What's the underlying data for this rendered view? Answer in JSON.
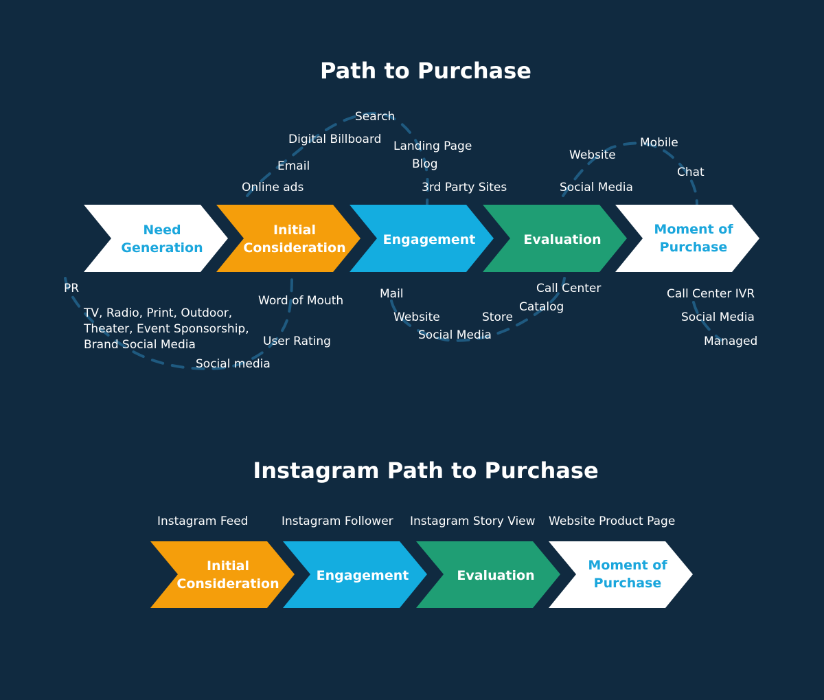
{
  "titles": {
    "main": "Path to Purchase",
    "instagram": "Instagram Path to Purchase"
  },
  "colors": {
    "background": "#102a40",
    "white_stage": "#ffffff",
    "white_stage_text": "#1aa6dc",
    "initial": "#f59e0b",
    "engagement": "#14ade0",
    "evaluation": "#1f9e74",
    "dashed_path": "#1f5a80"
  },
  "stages": [
    {
      "lines": [
        "Need",
        "Generation"
      ],
      "color": "white"
    },
    {
      "lines": [
        "Initial",
        "Consideration"
      ],
      "color": "initial"
    },
    {
      "lines": [
        "Engagement"
      ],
      "color": "engagement"
    },
    {
      "lines": [
        "Evaluation"
      ],
      "color": "evaluation"
    },
    {
      "lines": [
        "Moment of",
        "Purchase"
      ],
      "color": "white"
    }
  ],
  "touchpoints_above": [
    "Search",
    "Digital Billboard",
    "Email",
    "Online ads",
    "Landing Page",
    "Blog",
    "3rd Party Sites",
    "Website",
    "Mobile",
    "Chat",
    "Social Media"
  ],
  "touchpoints_below": [
    "PR",
    "TV, Radio, Print, Outdoor,",
    "Theater, Event Sponsorship,",
    "Brand Social Media",
    "Social media",
    "Word of Mouth",
    "User Rating",
    "Mail",
    "Website",
    "Social Media",
    "Store",
    "Catalog",
    "Call Center",
    "Call Center IVR",
    "Social Media",
    "Managed"
  ],
  "instagram_stages": [
    {
      "lines": [
        "Initial",
        "Consideration"
      ],
      "color": "initial",
      "touchpoint": "Instagram Feed"
    },
    {
      "lines": [
        "Engagement"
      ],
      "color": "engagement",
      "touchpoint": "Instagram Follower"
    },
    {
      "lines": [
        "Evaluation"
      ],
      "color": "evaluation",
      "touchpoint": "Instagram Story View"
    },
    {
      "lines": [
        "Moment of",
        "Purchase"
      ],
      "color": "white",
      "touchpoint": "Website Product Page"
    }
  ]
}
